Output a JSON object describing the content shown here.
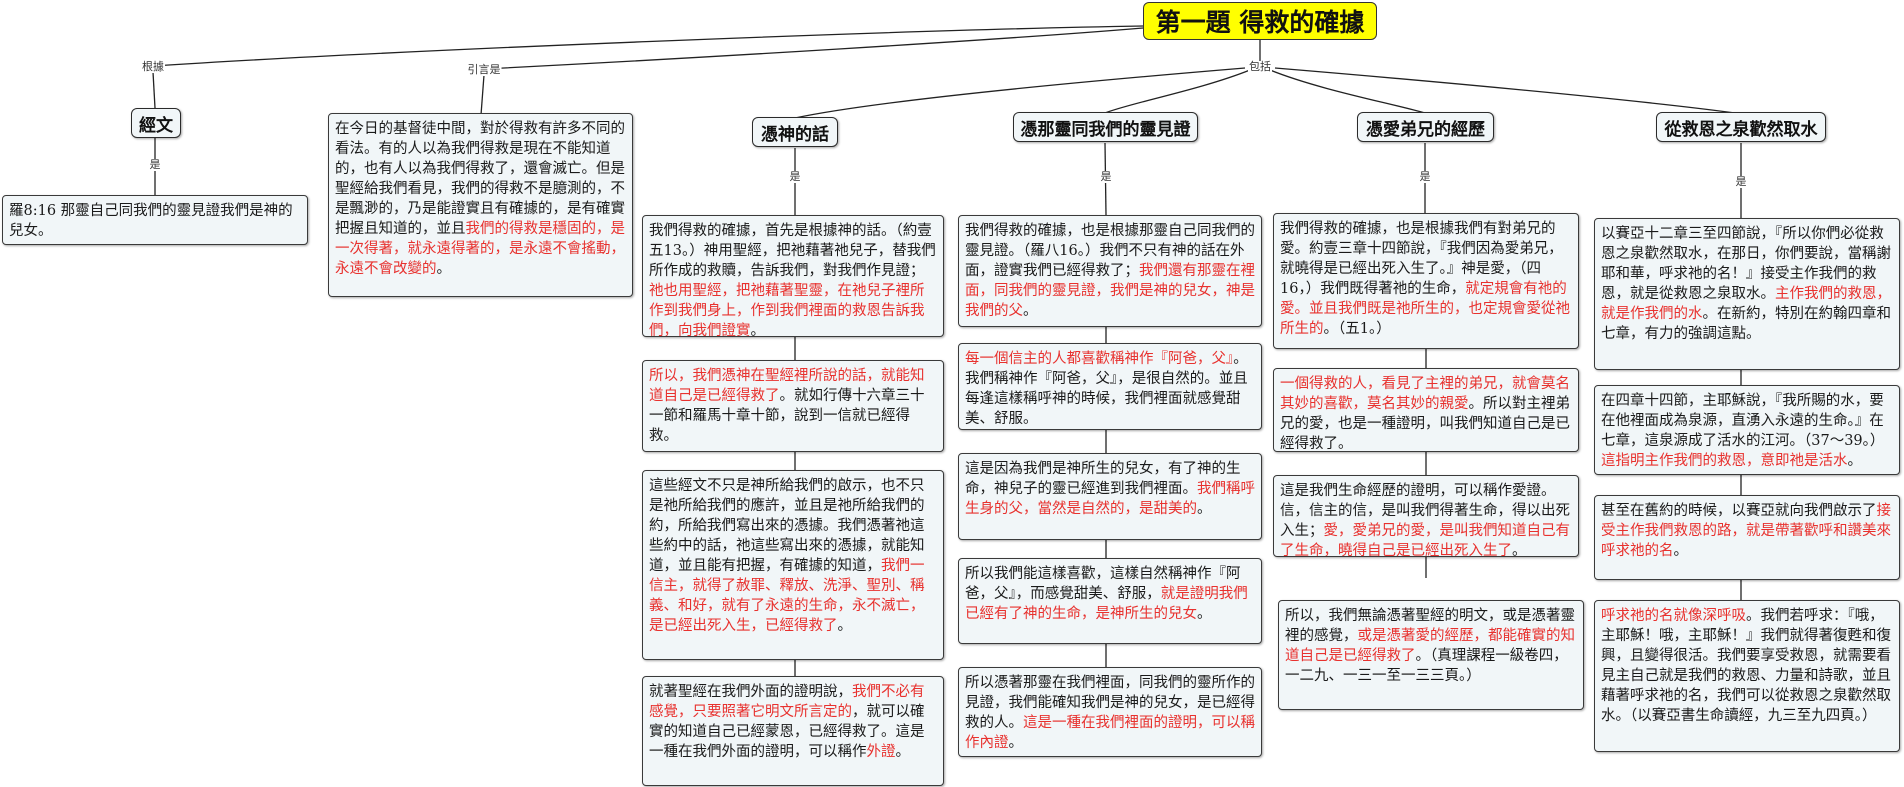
{
  "title": "第一題  得救的確據",
  "edge_labels": {
    "basis": "根據",
    "quote": "引言是",
    "includes": "包括",
    "is": "是"
  },
  "topics": {
    "scripture": "經文",
    "word": "憑神的話",
    "spirit": "憑那靈同我們的靈見證",
    "love": "憑愛弟兄的經歷",
    "spring": "從救恩之泉歡然取水"
  },
  "boxes": {
    "verse": [
      {
        "t": "羅8:16  那靈自己同我們的靈見證我們是神的兒女。",
        "h": false
      }
    ],
    "intro": [
      {
        "t": "在今日的基督徒中間，對於得救有許多不同的看法。有的人以為我們得救是現在不能知道的，也有人以為我們得救了，還會滅亡。但是聖經給我們看見，我們的得救不是臆測的，不是飄渺的，乃是能證實且有確據的，是有確實把握且知道的，並且",
        "h": false
      },
      {
        "t": "我們的得救是穩固的，是一次得著，就永遠得著的，是永遠不會搖動，永遠不會改變的",
        "h": true
      },
      {
        "t": "。",
        "h": false
      }
    ],
    "w1": [
      {
        "t": "我們得救的確據，首先是根據神的話。（約壹五13。）神用聖經，把祂藉著祂兒子，替我們所作成的救贖，告訴我們，對我們作見證；",
        "h": false
      },
      {
        "t": "祂也用聖經，把祂藉著聖靈，在祂兒子裡所作到我們身上，作到我們裡面的救恩告訴我們，向我們證實",
        "h": true
      },
      {
        "t": "。",
        "h": false
      }
    ],
    "w2": [
      {
        "t": "所以，我們憑神在聖經裡所說的話，就能知道自己是已經得救了",
        "h": true
      },
      {
        "t": "。就如行傳十六章三十一節和羅馬十章十節，說到一信就已經得救。",
        "h": false
      }
    ],
    "w3": [
      {
        "t": "這些經文不只是神所給我們的啟示，也不只是祂所給我們的應許，並且是祂所給我們的約，所給我們寫出來的憑據。我們憑著祂這些約中的話，祂這些寫出來的憑據，就能知道，並且能有把握，有確據的知道，",
        "h": false
      },
      {
        "t": "我們一信主，就得了赦罪、釋放、洗淨、聖別、稱義、和好，就有了永遠的生命，永不滅亡，是已經出死入生，已經得救了",
        "h": true
      },
      {
        "t": "。",
        "h": false
      }
    ],
    "w4": [
      {
        "t": "就著聖經在我們外面的證明說，",
        "h": false
      },
      {
        "t": "我們不必有感覺，只要照著它明文所言定的",
        "h": true
      },
      {
        "t": "，就可以確實的知道自己已經蒙恩，已經得救了。這是一種在我們外面的證明，可以稱作",
        "h": false
      },
      {
        "t": "外證",
        "h": true
      },
      {
        "t": "。",
        "h": false
      }
    ],
    "s1": [
      {
        "t": "我們得救的確據，也是根據那靈自己同我們的靈見證。（羅八16。）我們不只有神的話在外面，證實我們已經得救了；",
        "h": false
      },
      {
        "t": "我們還有那靈在裡面，同我們的靈見證，我們是神的兒女，神是我們的父",
        "h": true
      },
      {
        "t": "。",
        "h": false
      }
    ],
    "s2": [
      {
        "t": "每一個信主的人都喜歡稱神作『阿爸，父』",
        "h": true
      },
      {
        "t": "。我們稱神作『阿爸，父』，是很自然的。並且每逢這樣稱呼神的時候，我們裡面就感覺甜美、舒服。",
        "h": false
      }
    ],
    "s3": [
      {
        "t": "這是因為我們是神所生的兒女，有了神的生命，神兒子的靈已經進到我們裡面。",
        "h": false
      },
      {
        "t": "我們稱呼生身的父，當然是自然的，是甜美的",
        "h": true
      },
      {
        "t": "。",
        "h": false
      }
    ],
    "s4": [
      {
        "t": "所以我們能這樣喜歡，這樣自然稱神作『阿爸，父』，而感覺甜美、舒服，",
        "h": false
      },
      {
        "t": "就是證明我們已經有了神的生命，是神所生的兒女",
        "h": true
      },
      {
        "t": "。",
        "h": false
      }
    ],
    "s5": [
      {
        "t": "所以憑著那靈在我們裡面，同我們的靈所作的見證，我們能確知我們是神的兒女，是已經得救的人。",
        "h": false
      },
      {
        "t": "這是一種在我們裡面的證明，可以稱作內證",
        "h": true
      },
      {
        "t": "。",
        "h": false
      }
    ],
    "l1": [
      {
        "t": "我們得救的確據，也是根據我們有對弟兄的愛。約壹三章十四節說，『我們因為愛弟兄，就曉得是已經出死入生了。』神是愛，（四16，）我們既得著祂的生命，",
        "h": false
      },
      {
        "t": "就定規會有祂的愛。並且我們既是祂所生的，也定規會愛從祂所生的",
        "h": true
      },
      {
        "t": "。（五1。）",
        "h": false
      }
    ],
    "l2": [
      {
        "t": "一個得救的人，看見了主裡的弟兄，就會莫名其妙的喜歡，莫名其妙的親愛",
        "h": true
      },
      {
        "t": "。所以對主裡弟兄的愛，也是一種證明，叫我們知道自己是已經得救了。",
        "h": false
      }
    ],
    "l3": [
      {
        "t": "這是我們生命經歷的證明，可以稱作愛證。信，信主的信，是叫我們得著生命，得以出死入生；",
        "h": false
      },
      {
        "t": "愛，愛弟兄的愛，是叫我們知道自己有了生命，曉得自己是已經出死入生了",
        "h": true
      },
      {
        "t": "。",
        "h": false
      }
    ],
    "l4": [
      {
        "t": "所以，我們無論憑著聖經的明文，或是憑著靈裡的感覺，",
        "h": false
      },
      {
        "t": "或是憑著愛的經歷，都能確實的知道自己是已經得救了",
        "h": true
      },
      {
        "t": "。（真理課程一級卷四，一二九、一三一至一三三頁。）",
        "h": false
      }
    ],
    "p1": [
      {
        "t": "以賽亞十二章三至四節說，『所以你們必從救恩之泉歡然取水，在那日，你們要說，當稱謝耶和華，呼求祂的名！』接受主作我們的救恩，就是從救恩之泉取水。",
        "h": false
      },
      {
        "t": "主作我們的救恩，就是作我們的水",
        "h": true
      },
      {
        "t": "。在新約，特別在約翰四章和七章，有力的強調這點。",
        "h": false
      }
    ],
    "p2": [
      {
        "t": "在四章十四節，主耶穌說，『我所賜的水，要在他裡面成為泉源，直湧入永遠的生命。』在七章，這泉源成了活水的江河。（37～39。）",
        "h": false
      },
      {
        "t": "這指明主作我們的救恩，意即祂是活水",
        "h": true
      },
      {
        "t": "。",
        "h": false
      }
    ],
    "p3": [
      {
        "t": "甚至在舊約的時候，以賽亞就向我們啟示了",
        "h": false
      },
      {
        "t": "接受主作我們救恩的路，就是帶著歡呼和讚美來呼求祂的名",
        "h": true
      },
      {
        "t": "。",
        "h": false
      }
    ],
    "p4": [
      {
        "t": "呼求祂的名就像深呼吸",
        "h": true
      },
      {
        "t": "。我們若呼求：『哦，主耶穌！哦，主耶穌！』我們就得著復甦和復興，且變得很活。我們要享受救恩，就需要看見主自己就是我們的救恩、力量和詩歌，並且藉著呼求祂的名，我們可以從救恩之泉歡然取水。（以賽亞書生命讀經，九三至九四頁。）",
        "h": false
      }
    ]
  }
}
